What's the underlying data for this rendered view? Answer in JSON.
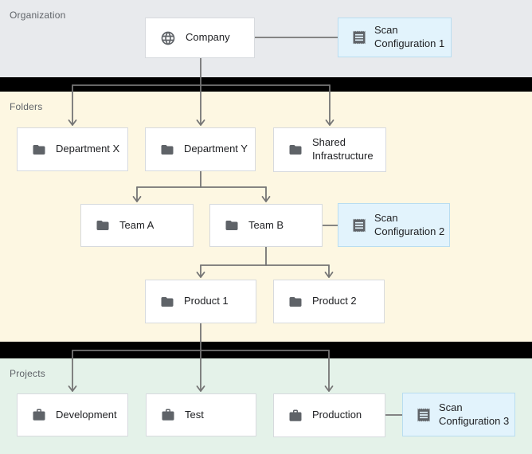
{
  "sections": {
    "organization": {
      "label": "Organization"
    },
    "folders": {
      "label": "Folders"
    },
    "projects": {
      "label": "Projects"
    }
  },
  "nodes": {
    "company": {
      "label": "Company",
      "icon": "globe"
    },
    "scan1": {
      "label": "Scan Configuration 1",
      "icon": "receipt"
    },
    "dept_x": {
      "label": "Department X",
      "icon": "folder"
    },
    "dept_y": {
      "label": "Department Y",
      "icon": "folder"
    },
    "shared_infra": {
      "label": "Shared Infrastructure",
      "icon": "folder"
    },
    "team_a": {
      "label": "Team A",
      "icon": "folder"
    },
    "team_b": {
      "label": "Team B",
      "icon": "folder"
    },
    "scan2": {
      "label": "Scan Configuration 2",
      "icon": "receipt"
    },
    "product1": {
      "label": "Product 1",
      "icon": "folder"
    },
    "product2": {
      "label": "Product 2",
      "icon": "folder"
    },
    "development": {
      "label": "Development",
      "icon": "briefcase"
    },
    "test": {
      "label": "Test",
      "icon": "briefcase"
    },
    "production": {
      "label": "Production",
      "icon": "briefcase"
    },
    "scan3": {
      "label": "Scan Configuration 3",
      "icon": "receipt"
    }
  },
  "palette": {
    "organization_bg": "#e8eaed",
    "folders_bg": "#fdf7e2",
    "projects_bg": "#e4f2e9",
    "divider": "#000000",
    "node_bg": "#ffffff",
    "node_border": "#d7dade",
    "scan_bg": "#e2f3fc",
    "scan_border": "#b9ddf0",
    "connector": "#757575",
    "icon": "#5f6368",
    "node_text": "#202124",
    "section_label": "#5f6368"
  }
}
